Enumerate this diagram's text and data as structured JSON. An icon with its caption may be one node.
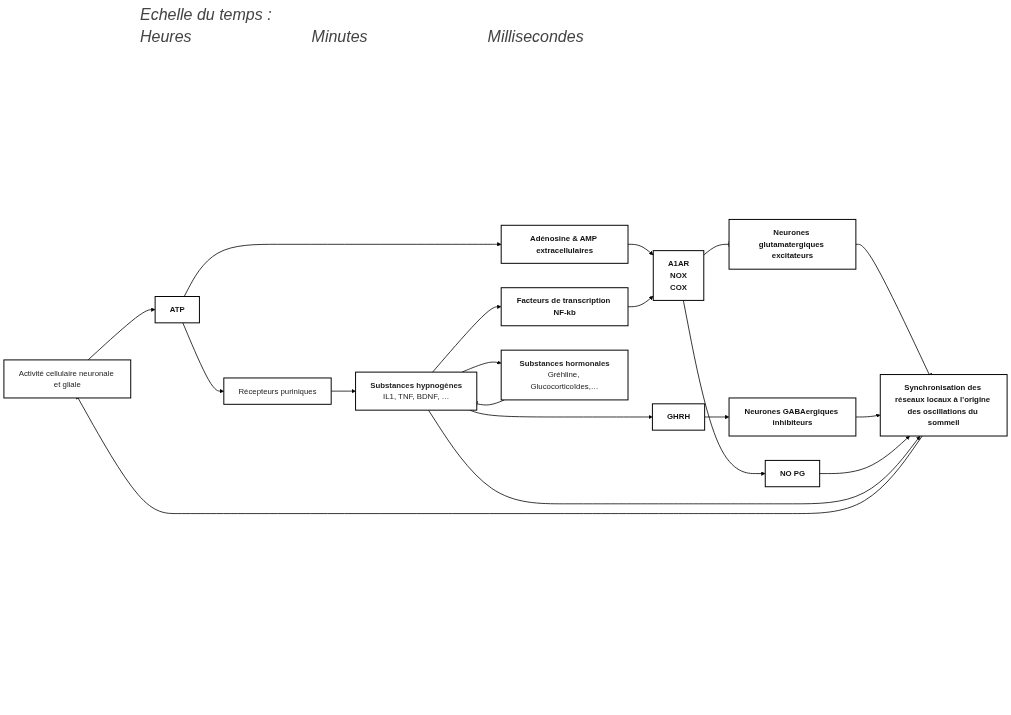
{
  "diagram": {
    "nodes": [
      {
        "text": [
          "Activité cellulaire neuronale et gliale"
        ]
      },
      {
        "text": [
          "ATP"
        ]
      },
      {
        "text": [
          "Adénosine & AMP extracellulaires"
        ]
      },
      {
        "text": [
          "Récepteurs puriniques"
        ]
      },
      {
        "text": [
          "A1AR",
          "NOX",
          "COX"
        ]
      },
      {
        "text": [
          "Neurones glutamatergiques excitateurs"
        ]
      },
      {
        "text": [
          "Facteurs de transcription NF-kb"
        ]
      },
      {
        "text": [
          "Neurones GABAergiques inhibiteurs"
        ]
      },
      {
        "text": [
          "Substances hormonales",
          "Gréhline, Glucocorticoïdes,…"
        ]
      },
      {
        "text": [
          "Substances hypnogènes",
          "IL1, TNF, BDNF, …"
        ]
      },
      {
        "text": [
          "GHRH"
        ]
      },
      {
        "text": [
          "NO PG"
        ]
      },
      {
        "text": [
          "Synchronisation des réseaux locaux à l'origine des oscillations du sommeil"
        ]
      }
    ],
    "edges": [
      {
        "from": 12,
        "to": 0,
        "arrow": "other"
      },
      {
        "from": 0,
        "to": 1,
        "arrow": "to"
      },
      {
        "from": 1,
        "to": 2,
        "arrow": "to"
      },
      {
        "from": 1,
        "to": 3,
        "arrow": "to"
      },
      {
        "from": 2,
        "to": 4,
        "arrow": "to"
      },
      {
        "from": 3,
        "to": 9,
        "arrow": "to"
      },
      {
        "from": 9,
        "to": 6,
        "arrow": "to"
      },
      {
        "from": 6,
        "to": 4,
        "arrow": "to"
      },
      {
        "from": 4,
        "to": 5,
        "arrow": "other"
      },
      {
        "from": 5,
        "to": 12,
        "arrow": "other"
      },
      {
        "from": 4,
        "to": 11,
        "arrow": "to"
      },
      {
        "from": 10,
        "to": 7,
        "arrow": "to"
      },
      {
        "from": 7,
        "to": 12,
        "arrow": "to"
      },
      {
        "from": 11,
        "to": 12,
        "arrow": "to"
      },
      {
        "from": 9,
        "to": 8,
        "arrow": "to"
      },
      {
        "from": 8,
        "to": 9,
        "arrow": "other"
      },
      {
        "from": 9,
        "to": 10,
        "arrow": "to"
      },
      {
        "from": 9,
        "to": 12,
        "arrow": "to"
      }
    ],
    "labels": [
      "Echelle du temps :",
      "Heures",
      "Minutes",
      "Millisecondes"
    ]
  }
}
